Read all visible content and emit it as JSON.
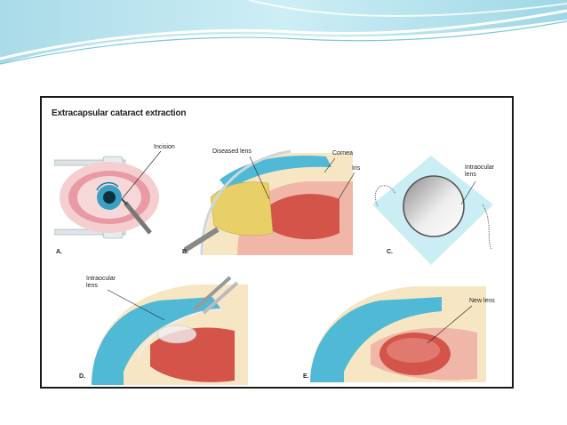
{
  "figure": {
    "title": "Extracapsular cataract extraction",
    "panels": [
      {
        "letter": "A.",
        "labels": [
          "Incision"
        ]
      },
      {
        "letter": "B.",
        "labels": [
          "Diseased lens",
          "Cornea",
          "Iris"
        ]
      },
      {
        "letter": "C.",
        "labels": [
          "Intraocular\nlens"
        ]
      },
      {
        "letter": "D.",
        "labels": [
          "Intraocular\nlens"
        ]
      },
      {
        "letter": "E.",
        "labels": [
          "New lens"
        ]
      }
    ]
  },
  "colors": {
    "header_teal": "#bfe6ef",
    "header_light": "#e6f6fa",
    "cornea_blue": "#4fb9d6",
    "tissue_red": "#d4544a",
    "tissue_pink": "#f0b7a8",
    "sclera_cream": "#f7e6c4",
    "lens_yellow": "#e9cf68"
  }
}
